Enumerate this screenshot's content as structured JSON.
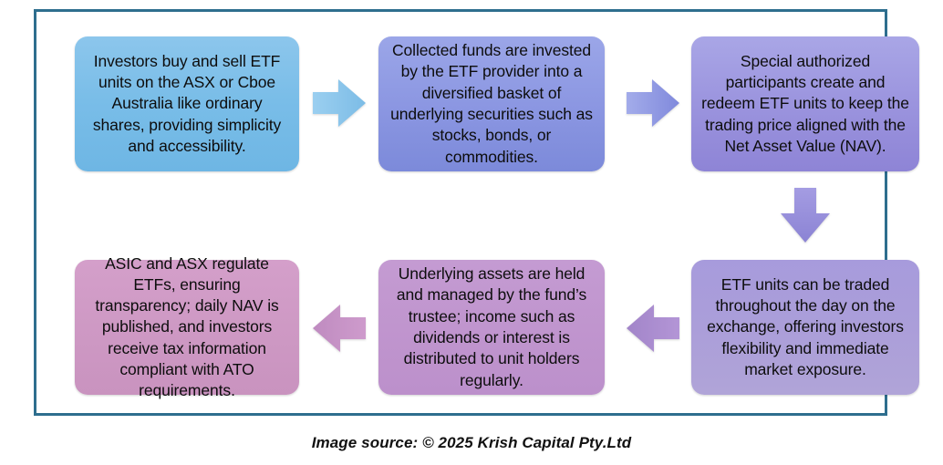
{
  "diagram": {
    "title": "ETF process flowchart",
    "border_color": "#2E6E8E",
    "background": "#ffffff",
    "nodes": [
      {
        "id": "node-1",
        "order": 1,
        "text": "Investors buy and sell ETF units on the ASX or Cboe Australia like ordinary shares, providing simplicity and accessibility.",
        "fill": "#79BDE8"
      },
      {
        "id": "node-2",
        "order": 2,
        "text": "Collected funds are invested by the ETF provider into a diversified basket of underlying securities such as stocks, bonds, or commodities.",
        "fill": "#8C97E2"
      },
      {
        "id": "node-3",
        "order": 3,
        "text": "Special authorized participants create and redeem ETF units to keep the trading price aligned with the Net Asset Value (NAV).",
        "fill": "#9B94DE"
      },
      {
        "id": "node-4",
        "order": 4,
        "text": "ETF units can be traded throughout the day on the exchange, offering investors flexibility and immediate market exposure.",
        "fill": "#AB9ED9"
      },
      {
        "id": "node-5",
        "order": 5,
        "text": "Underlying assets are held and managed by the fund’s trustee; income such as dividends or interest is distributed to unit holders regularly.",
        "fill": "#C095CE"
      },
      {
        "id": "node-6",
        "order": 6,
        "text": "ASIC and ASX regulate ETFs, ensuring transparency; daily NAV is published, and investors receive tax information compliant with ATO requirements.",
        "fill": "#CE99C4"
      }
    ],
    "arrows": [
      {
        "id": "arrow-1",
        "icon": "arrow-right-icon",
        "direction": "right",
        "from": "node-1",
        "to": "node-2",
        "fill": "#8CC6EC"
      },
      {
        "id": "arrow-2",
        "icon": "arrow-right-icon",
        "direction": "right",
        "from": "node-2",
        "to": "node-3",
        "fill": "#8E99E4"
      },
      {
        "id": "arrow-3",
        "icon": "arrow-down-icon",
        "direction": "down",
        "from": "node-3",
        "to": "node-4",
        "fill": "#9A92DC"
      },
      {
        "id": "arrow-4",
        "icon": "arrow-left-icon",
        "direction": "left",
        "from": "node-4",
        "to": "node-5",
        "fill": "#AE8CCF"
      },
      {
        "id": "arrow-5",
        "icon": "arrow-left-icon",
        "direction": "left",
        "from": "node-5",
        "to": "node-6",
        "fill": "#C792C6"
      }
    ]
  },
  "caption": {
    "text": "Image source: © 2025 Krish Capital Pty.Ltd"
  }
}
